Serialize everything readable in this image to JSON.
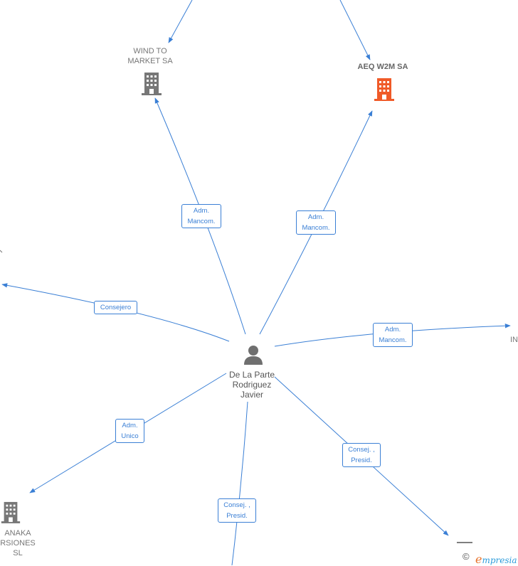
{
  "colors": {
    "edge": "#3a7fd5",
    "company_gray": "#777777",
    "company_highlight": "#f05a28",
    "person": "#6f6f6f"
  },
  "nodes": {
    "wind_to_market": {
      "line1": "WIND TO",
      "line2": "MARKET SA",
      "icon": "building-icon"
    },
    "aeq_w2m": {
      "name": "AEQ W2M SA",
      "icon": "building-icon"
    },
    "person": {
      "line1": "De La Parte",
      "line2": "Rodriguez",
      "line3": "Javier",
      "icon": "person-icon"
    },
    "anaka": {
      "line1": "ANAKA",
      "line2": "RSIONES",
      "line3": "SL",
      "icon": "building-icon"
    },
    "right_partial": {
      "name": "IN"
    }
  },
  "edges": {
    "wind_adm": {
      "line1": "Adm.",
      "line2": "Mancom."
    },
    "aeq_adm": {
      "line1": "Adm.",
      "line2": "Mancom."
    },
    "consejero": {
      "line1": "Consejero"
    },
    "right_adm": {
      "line1": "Adm.",
      "line2": "Mancom."
    },
    "adm_unico": {
      "line1": "Adm.",
      "line2": "Unico"
    },
    "consej_presid_bottom": {
      "line1": "Consej. ,",
      "line2": "Presid."
    },
    "consej_presid_right": {
      "line1": "Consej. ,",
      "line2": "Presid."
    }
  },
  "footer": {
    "copyright": "©",
    "brand_first": "e",
    "brand_rest": "mpresia"
  }
}
